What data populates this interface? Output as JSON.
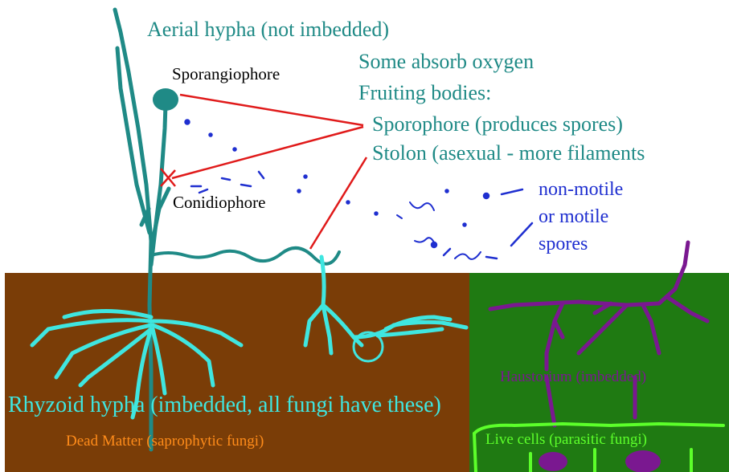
{
  "labels": {
    "aerial": "Aerial hypha (not imbedded)",
    "oxygen": "Some absorb oxygen",
    "fruiting": "Fruiting bodies:",
    "sporophore": "Sporophore (produces spores)",
    "stolon": "Stolon (asexual - more filaments",
    "sporangiophore": "Sporangiophore",
    "conidiophore": "Conidiophore",
    "non_motile": "non-motile",
    "or_motile": "or motile",
    "spores": "spores",
    "rhyzoid": "Rhyzoid hypha (imbedded, all fungi have these)",
    "dead_matter": "Dead Matter (saprophytic fungi)",
    "haustorium": "Haustorium (imbedded)",
    "live_cells": "Live cells (parasitic fungi)"
  },
  "colors": {
    "teal": "#1f8a86",
    "cyan": "#3fe6e0",
    "brown": "#7a3d07",
    "green": "#1f7a12",
    "purple": "#7a1890",
    "bright_green": "#5cff2a",
    "blue": "#1f2fd0",
    "red": "#e01a1a",
    "orange": "#ff8c1a"
  }
}
